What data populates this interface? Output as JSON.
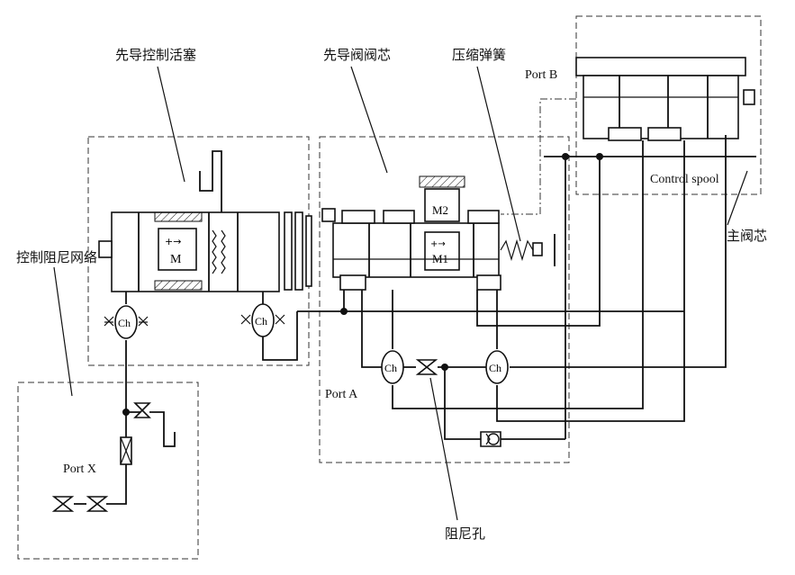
{
  "labels": {
    "pilot_piston": "先导控制活塞",
    "pilot_spool": "先导阀阀芯",
    "spring": "压缩弹簧",
    "port_b": "Port B",
    "control_spool": "Control spool",
    "main_spool": "主阀芯",
    "damping_network": "控制阻尼网络",
    "port_a": "Port A",
    "port_x": "Port X",
    "orifice": "阻尼孔"
  },
  "symbols": {
    "ch": "Ch",
    "m": "M",
    "m1": "M1",
    "m2": "M2"
  },
  "icons": {
    "chamber": "ch-chamber-icon",
    "orifice": "orifice-valve-icon",
    "check_valve": "check-valve-icon",
    "tank": "tank-drain-icon",
    "spring": "spring-icon"
  }
}
